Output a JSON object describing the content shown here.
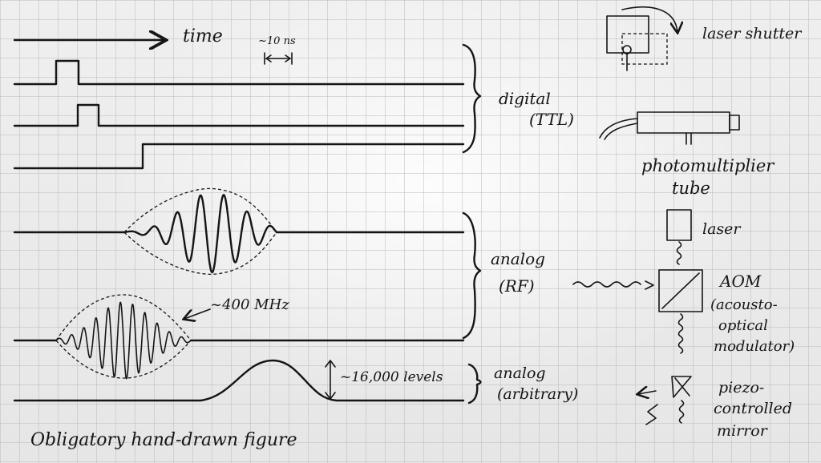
{
  "labels": {
    "time": "time",
    "ten_ns": "~10 ns",
    "digital": "digital",
    "ttl": "(TTL)",
    "analog_rf": "analog",
    "rf": "(RF)",
    "freq": "~400 MHz",
    "levels": "~16,000 levels",
    "analog_arb": "analog",
    "arbitrary": "(arbitrary)",
    "caption": "Obligatory hand-drawn figure"
  },
  "devices": {
    "laser_shutter": "laser shutter",
    "pmt_line1": "photomultiplier",
    "pmt_line2": "tube",
    "laser": "laser",
    "aom": "AOM",
    "aom_1": "(acousto-",
    "aom_2": "optical",
    "aom_3": "modulator)",
    "piezo_1": "piezo-",
    "piezo_2": "controlled",
    "piezo_3": "mirror"
  }
}
